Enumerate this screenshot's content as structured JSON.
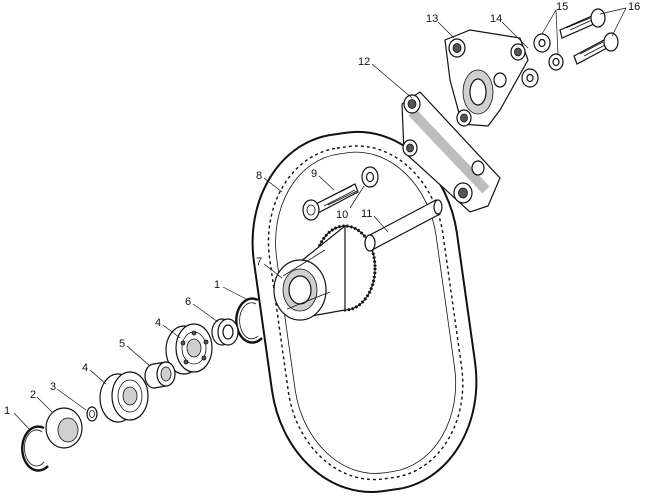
{
  "callouts": [
    {
      "id": "c1a",
      "label": "1"
    },
    {
      "id": "c1b",
      "label": "1"
    },
    {
      "id": "c2",
      "label": "2"
    },
    {
      "id": "c3",
      "label": "3"
    },
    {
      "id": "c4a",
      "label": "4"
    },
    {
      "id": "c4b",
      "label": "4"
    },
    {
      "id": "c5",
      "label": "5"
    },
    {
      "id": "c6",
      "label": "6"
    },
    {
      "id": "c7",
      "label": "7"
    },
    {
      "id": "c8",
      "label": "8"
    },
    {
      "id": "c9",
      "label": "9"
    },
    {
      "id": "c10",
      "label": "10"
    },
    {
      "id": "c11",
      "label": "11"
    },
    {
      "id": "c12",
      "label": "12"
    },
    {
      "id": "c13",
      "label": "13"
    },
    {
      "id": "c14",
      "label": "14"
    },
    {
      "id": "c15",
      "label": "15"
    },
    {
      "id": "c16",
      "label": "16"
    }
  ]
}
